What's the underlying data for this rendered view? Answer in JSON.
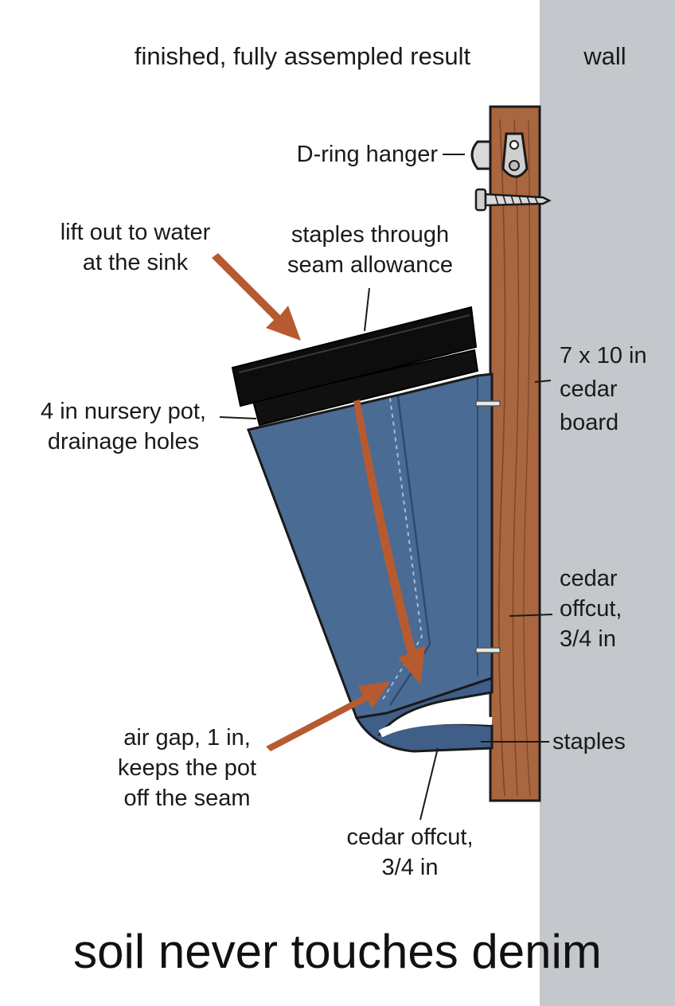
{
  "title": "finished, fully assempled result",
  "wall_label": "wall",
  "callouts": {
    "d_ring": "D-ring hanger",
    "lift": "lift out to water\nat the sink",
    "staples_seam": "staples through\nseam allowance",
    "board": "7 x 10 in\ncedar\nboard",
    "nursery_pot": "4 in nursery pot,\ndrainage holes",
    "offcut_right": "cedar\noffcut,\n3/4 in",
    "staples": "staples",
    "air_gap": "air gap, 1 in,\nkeeps the pot\noff the seam",
    "offcut_bottom": "cedar offcut,\n3/4 in"
  },
  "footer": "soil never touches denim",
  "colors": {
    "wall": "#c4c8cc",
    "cedar": "#a9663f",
    "denim": "#4a6b94",
    "pot": "#0d0d0d",
    "arrow": "#b85a30"
  }
}
